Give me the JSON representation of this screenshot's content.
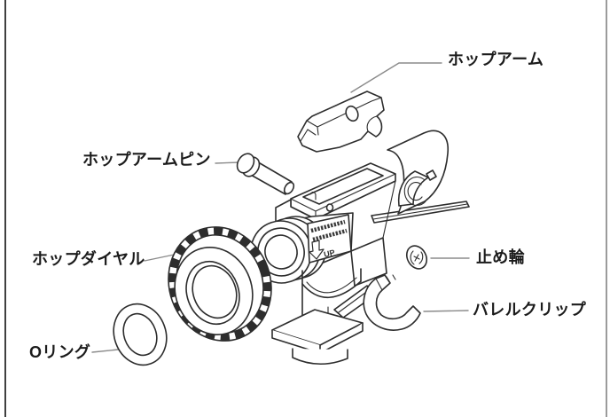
{
  "diagram": {
    "type": "exploded-parts-diagram",
    "subject": "hop-up-chamber-assembly",
    "colors": {
      "background": "#ffffff",
      "line": "#2d2d2d",
      "leader": "#8b8b8b",
      "left_edge": "#3f3f3f",
      "right_edge": "#9b9b9b",
      "label_text": "#1b1b1b"
    },
    "parts": [
      {
        "id": "hop-arm",
        "label": "ホップアーム"
      },
      {
        "id": "hop-arm-pin",
        "label": "ホップアームピン"
      },
      {
        "id": "hop-dial",
        "label": "ホップダイヤル"
      },
      {
        "id": "o-ring",
        "label": "Oリング"
      },
      {
        "id": "retaining-ring",
        "label": "止め輪"
      },
      {
        "id": "barrel-clip",
        "label": "バレルクリップ"
      }
    ],
    "body_marking_up": "UP"
  }
}
